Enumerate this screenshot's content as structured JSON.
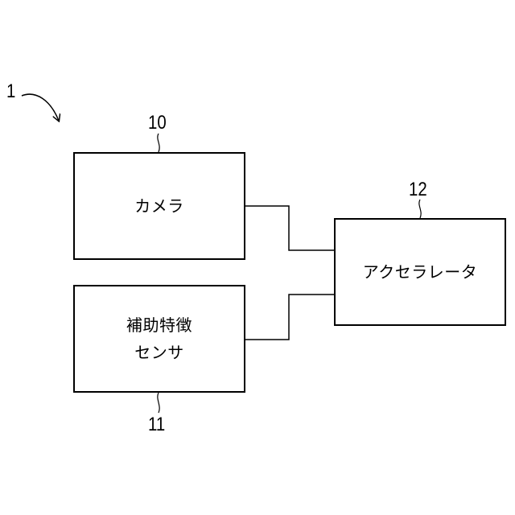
{
  "diagram": {
    "system": {
      "ref": "1"
    },
    "camera": {
      "label": "カメラ",
      "ref": "10"
    },
    "sensor": {
      "label": "補助特徴\nセンサ",
      "ref": "11"
    },
    "accelerator": {
      "label": "アクセラレータ",
      "ref": "12"
    },
    "colors": {
      "line": "#000000",
      "background": "#ffffff"
    }
  }
}
